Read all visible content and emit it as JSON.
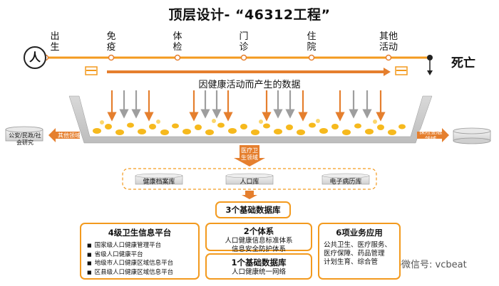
{
  "title": "顶层设计- “46312工程”",
  "lifeline": {
    "person": "人",
    "end": "死亡",
    "stages": [
      {
        "label": "出\n生"
      },
      {
        "label": "免\n疫"
      },
      {
        "label": "体\n检"
      },
      {
        "label": "门\n诊"
      },
      {
        "label": "住\n院"
      },
      {
        "label": "其他\n活动"
      }
    ]
  },
  "data_caption": "因健康活动而产生的数据",
  "side": {
    "left_box": "公安/民政/社会研究",
    "left_arrow": "其他领域",
    "right_arrow": "保险金融领域",
    "center_arrow": "医疗卫生领域"
  },
  "databases": [
    "健康档案库",
    "人口库",
    "电子病历库"
  ],
  "base_db_title": "3个基础数据库",
  "platform": {
    "title": "4级卫生信息平台",
    "items": [
      "国家级人口健康管理平台",
      "省级人口健康平台",
      "地级市人口健康区域信息平台",
      "区县级人口健康区域信息平台"
    ]
  },
  "systems": {
    "title": "2个体系",
    "items": [
      "人口健康信息标准体系",
      "信息安全防护体系"
    ]
  },
  "basic_db": {
    "title": "1个基础数据库",
    "item": "人口健康统一网络"
  },
  "business": {
    "title": "6项业务应用",
    "items": [
      "公共卫生、医疗服务、",
      "医疗保障、药品管理",
      "计划生育、综合管"
    ]
  },
  "watermark": "微信号: vcbeat",
  "colors": {
    "orange": "#f39a1e",
    "arrow_orange": "#e57f2e",
    "grey_arrow": "#9e9e9e",
    "dot": "#f6b91d"
  }
}
